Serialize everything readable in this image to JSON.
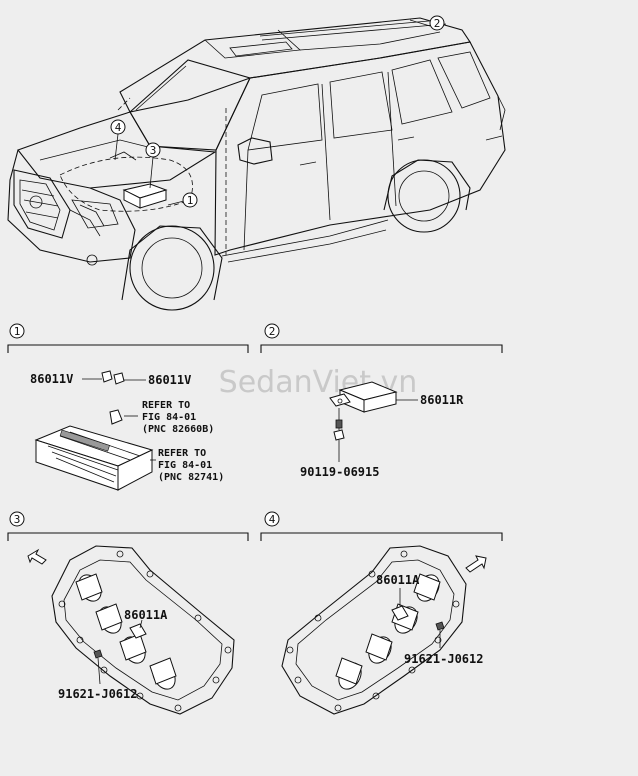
{
  "watermark": "SedanViet.vn",
  "callouts": [
    "1",
    "2",
    "3",
    "4"
  ],
  "section1": {
    "label": "1",
    "part_left": "86011V",
    "part_right": "86011V",
    "refer1": [
      "REFER TO",
      "FIG 84-01",
      "(PNC 82660B)"
    ],
    "refer2": [
      "REFER TO",
      "FIG 84-01",
      "(PNC 82741)"
    ]
  },
  "section2": {
    "label": "2",
    "part_sensor": "86011R",
    "part_bolt": "90119-06915"
  },
  "section3": {
    "label": "3",
    "part_sensor": "86011A",
    "part_bolt": "91621-J0612"
  },
  "section4": {
    "label": "4",
    "part_sensor": "86011A",
    "part_bolt": "91621-J0612"
  }
}
